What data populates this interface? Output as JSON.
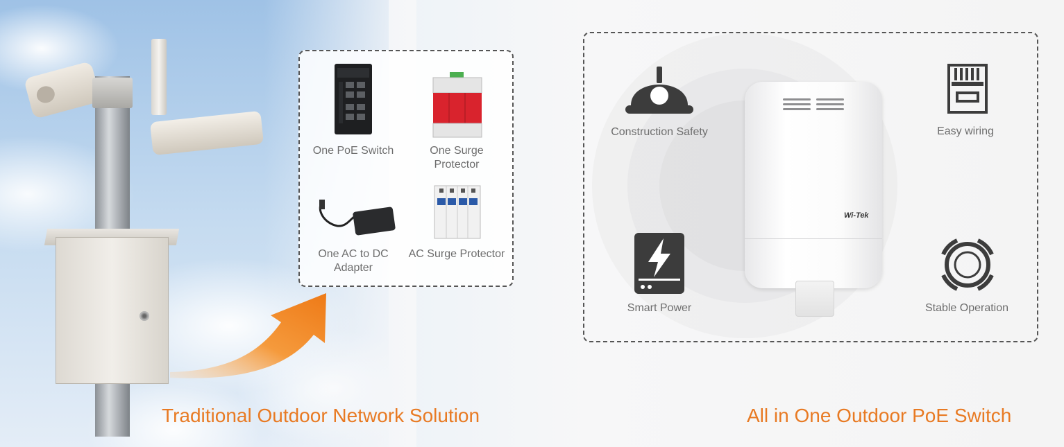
{
  "left_box": {
    "items": [
      {
        "label": "One PoE Switch"
      },
      {
        "label": "One Surge Protector"
      },
      {
        "label": "One AC to DC Adapter"
      },
      {
        "label": "AC Surge Protector"
      }
    ]
  },
  "left_title": "Traditional Outdoor Network Solution",
  "device": {
    "brand": "Wi-Tek"
  },
  "features": [
    {
      "label": "Construction Safety",
      "icon": "hard-hat-icon"
    },
    {
      "label": "Easy wiring",
      "icon": "rj45-connector-icon"
    },
    {
      "label": "Smart Power",
      "icon": "power-bolt-icon"
    },
    {
      "label": "Stable Operation",
      "icon": "stability-ring-icon"
    }
  ],
  "right_title": "All in One Outdoor PoE Switch",
  "colors": {
    "accent": "#e87a23",
    "surge_red": "#d9232d"
  }
}
